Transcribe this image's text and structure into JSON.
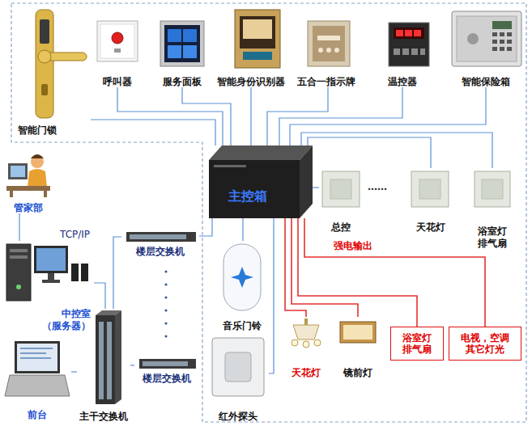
{
  "diagram": {
    "nodes": [
      {
        "text": [
          "智能门锁"
        ]
      },
      {
        "text": [
          "呼叫器"
        ]
      },
      {
        "text": [
          "服务面板"
        ]
      },
      {
        "text": [
          "智能身份识别器"
        ]
      },
      {
        "text": [
          "五合一指示牌"
        ]
      },
      {
        "text": [
          "温控器"
        ]
      },
      {
        "text": [
          "智能保险箱"
        ]
      },
      {
        "text": [
          "管家部"
        ]
      },
      {
        "text": [
          "主控箱"
        ]
      },
      {
        "text": [
          "总控"
        ]
      },
      {
        "text": [
          "天花灯"
        ]
      },
      {
        "text": [
          "浴室灯 排气扇"
        ]
      },
      {
        "text": [
          "中控室 （服务器）"
        ]
      },
      {
        "text": [
          "楼层交换机"
        ]
      },
      {
        "text": [
          "音乐门铃"
        ]
      },
      {
        "text": [
          "天花灯"
        ]
      },
      {
        "text": [
          "镜前灯"
        ]
      },
      {
        "text": [
          "浴室灯 排气扇"
        ]
      },
      {
        "text": [
          "电视，空调 其它灯光"
        ]
      },
      {
        "text": [
          "前台"
        ]
      },
      {
        "text": [
          "主干交换机"
        ]
      },
      {
        "text": [
          "楼层交换机"
        ]
      },
      {
        "text": [
          "红外探头"
        ]
      }
    ],
    "edges": [
      {
        "from": 0,
        "to": 8,
        "arrow": "none"
      },
      {
        "from": 1,
        "to": 8,
        "arrow": "none"
      },
      {
        "from": 2,
        "to": 8,
        "arrow": "none"
      },
      {
        "from": 3,
        "to": 8,
        "arrow": "none"
      },
      {
        "from": 4,
        "to": 8,
        "arrow": "none"
      },
      {
        "from": 5,
        "to": 8,
        "arrow": "none"
      },
      {
        "from": 6,
        "to": 8,
        "arrow": "none"
      },
      {
        "from": 8,
        "to": 9,
        "arrow": "none"
      },
      {
        "from": 8,
        "to": 10,
        "arrow": "none"
      },
      {
        "from": 8,
        "to": 11,
        "arrow": "none"
      },
      {
        "from": 12,
        "to": 7,
        "arrow": "none"
      },
      {
        "from": 13,
        "to": 8,
        "arrow": "none"
      },
      {
        "from": 12,
        "to": 20,
        "arrow": "none"
      },
      {
        "from": 13,
        "to": 20,
        "arrow": "none"
      },
      {
        "from": 21,
        "to": 20,
        "arrow": "none"
      },
      {
        "from": 19,
        "to": 20,
        "arrow": "none"
      },
      {
        "from": 8,
        "to": 14,
        "arrow": "none"
      },
      {
        "from": 8,
        "to": 22,
        "arrow": "none"
      },
      {
        "from": 8,
        "to": 15,
        "arrow": "none"
      },
      {
        "from": 8,
        "to": 16,
        "arrow": "none"
      },
      {
        "from": 8,
        "to": 17,
        "arrow": "none"
      },
      {
        "from": 8,
        "to": 18,
        "arrow": "none"
      }
    ],
    "labels": [
      "TCP/IP",
      "强电输出",
      "……"
    ]
  }
}
